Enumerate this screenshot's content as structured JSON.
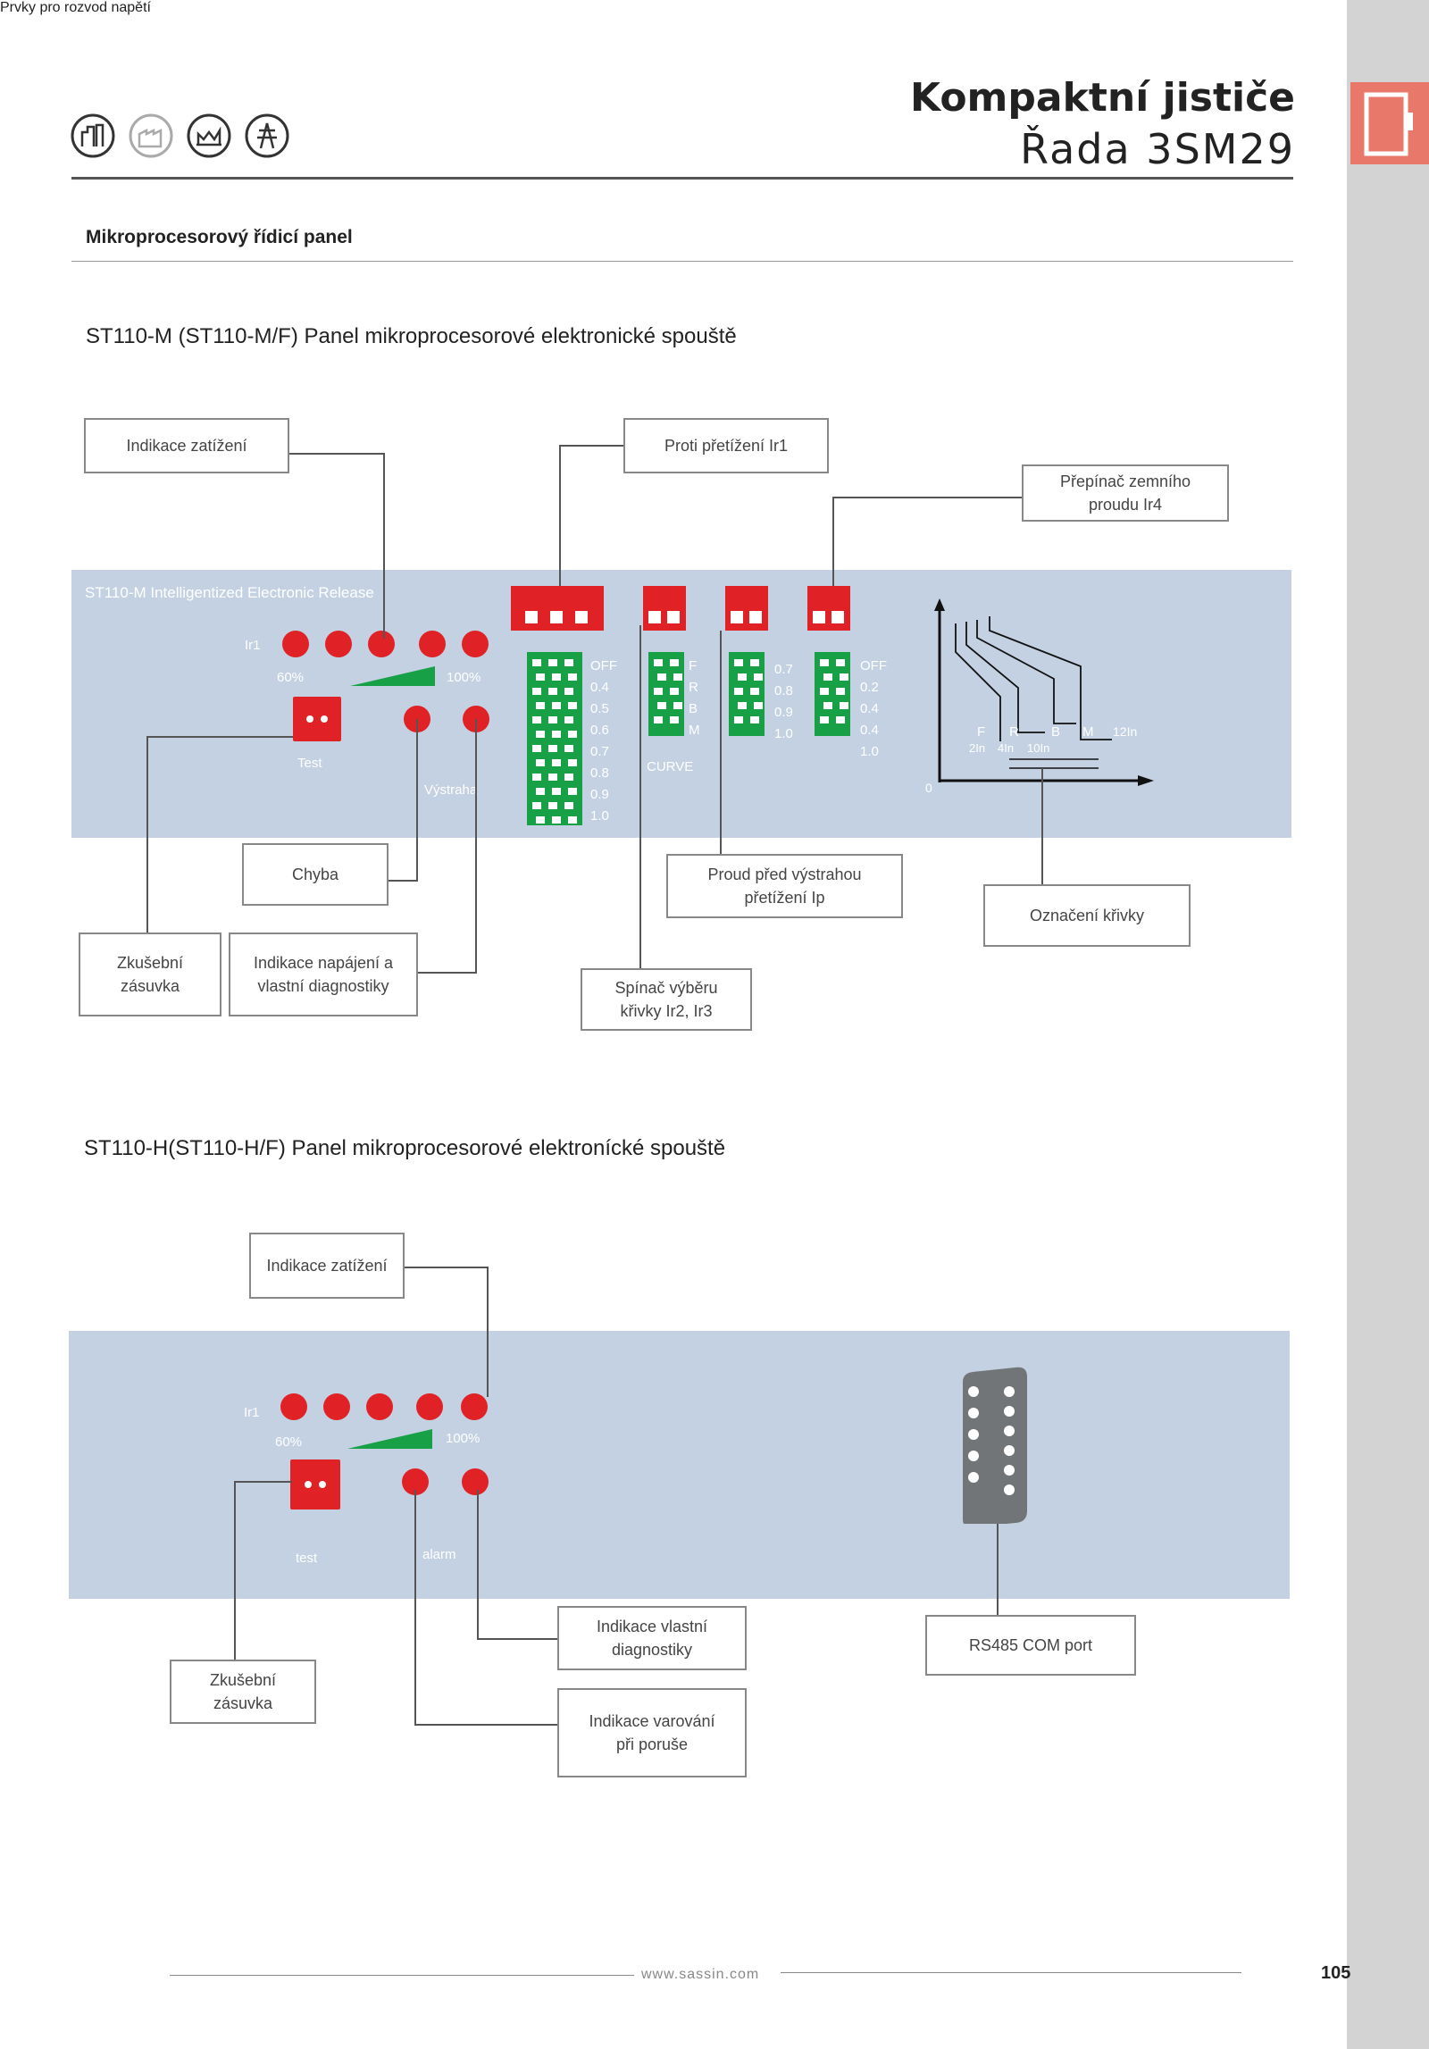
{
  "header": {
    "title": "Kompaktní jističe",
    "subtitle": "Řada 3SM29",
    "icons": [
      "building-icon",
      "factory-icon",
      "industry-icon",
      "power-tower-icon"
    ]
  },
  "sidebar": {
    "vertical_label": "Prvky pro rozvod napětí"
  },
  "section_title": "Mikroprocesorový řídicí panel",
  "panel_m": {
    "heading": "ST110-M (ST110-M/F) Panel mikroprocesorové elektronické spouště",
    "panel_label": "ST110-M Intelligentized Electronic Release",
    "ir1": "Ir1",
    "pct60": "60%",
    "pct100": "100%",
    "test": "Test",
    "vystraha": "Výstraha",
    "curve": "CURVE",
    "scale1": [
      "OFF",
      "0.4",
      "0.5",
      "0.6",
      "0.7",
      "0.8",
      "0.9",
      "1.0"
    ],
    "scale2": [
      "F",
      "R",
      "B",
      "M"
    ],
    "scale3": [
      "0.7",
      "0.8",
      "0.9",
      "1.0"
    ],
    "scale4": [
      "OFF",
      "0.2",
      "0.4",
      "0.4",
      "1.0"
    ],
    "graph": {
      "curves": [
        "F",
        "R",
        "B",
        "M"
      ],
      "multiples": [
        "2In",
        "4In",
        "10In",
        "12In"
      ],
      "origin": "0"
    },
    "callouts": {
      "load": "Indikace zatížení",
      "overload": "Proti přetížení Ir1",
      "earth": "Přepínač zemního proudu Ir4",
      "error": "Chyba",
      "pre_alarm": "Proud před výstrahou přetížení Ip",
      "curve_mark": "Označení křivky",
      "test_socket": "Zkušební zásuvka",
      "power_diag": "Indikace napájení a vlastní diagnostiky",
      "curve_switch": "Spínač výběru křivky Ir2, Ir3"
    }
  },
  "panel_h": {
    "heading": "ST110-H(ST110-H/F) Panel mikroprocesorové elektronícké spouště",
    "ir1": "Ir1",
    "pct60": "60%",
    "pct100": "100%",
    "test": "test",
    "alarm": "alarm",
    "callouts": {
      "load": "Indikace zatížení",
      "self_diag": "Indikace vlastní diagnostiky",
      "rs485": "RS485 COM port",
      "test_socket": "Zkušební zásuvka",
      "fault_warning": "Indikace varování při poruše"
    }
  },
  "footer": {
    "website": "www.sassin.com",
    "page_number": "105"
  }
}
